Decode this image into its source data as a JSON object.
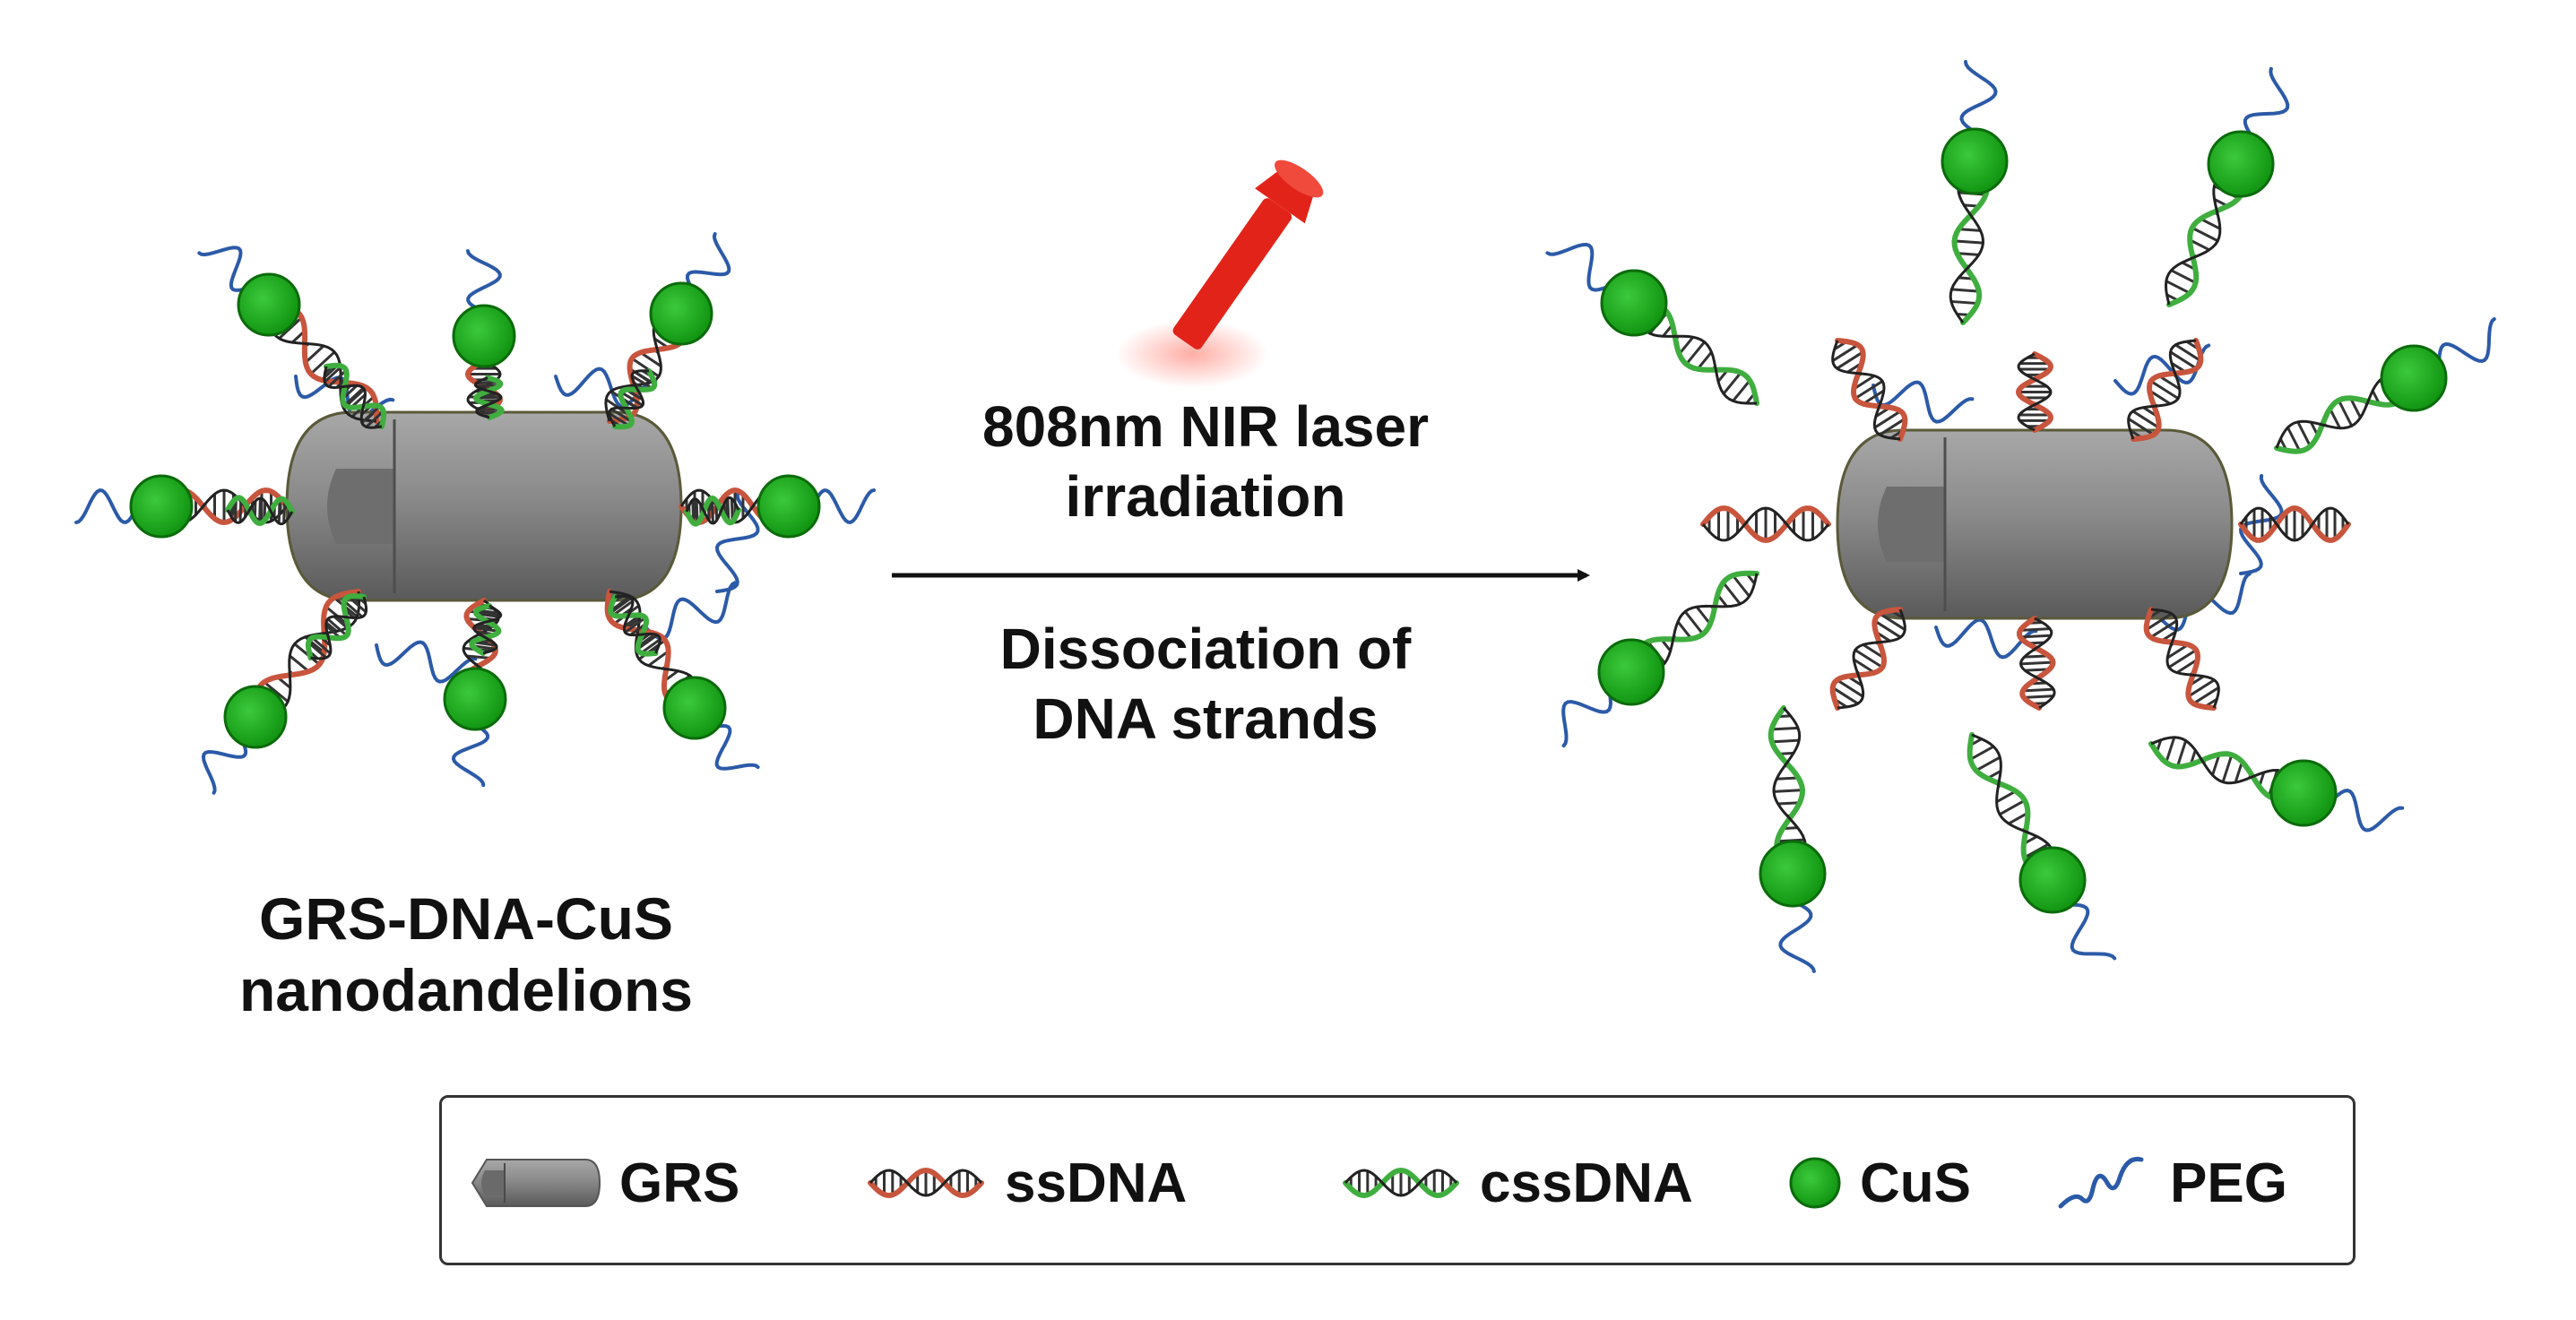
{
  "diagram": {
    "laser_text": [
      "808nm NIR laser",
      "irradiation"
    ],
    "dissociation_text": [
      "Dissociation of",
      "DNA strands"
    ],
    "particle_label": [
      "GRS-DNA-CuS",
      "nanodandelions"
    ]
  },
  "legend": {
    "items": [
      {
        "label": "GRS",
        "icon": "grs-icon"
      },
      {
        "label": "ssDNA",
        "icon": "ssdna-icon"
      },
      {
        "label": "cssDNA",
        "icon": "cssdna-icon"
      },
      {
        "label": "CuS",
        "icon": "cus-icon"
      },
      {
        "label": "PEG",
        "icon": "peg-icon"
      }
    ]
  },
  "colors": {
    "grs_body": "#7d7d7d",
    "ssdna": "#c8553d",
    "cssdna": "#3fae3f",
    "cus": "#1faa1f",
    "peg": "#2c5aa8",
    "laser": "#e2231a",
    "arrow": "#111111"
  }
}
